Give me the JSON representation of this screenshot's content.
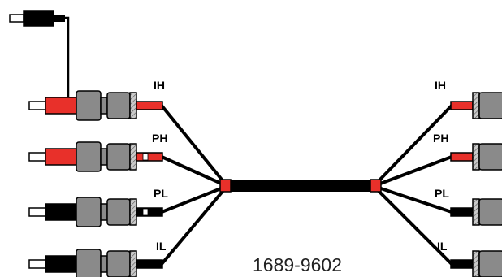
{
  "diagram": {
    "part_number": "1689-9602",
    "left_labels": {
      "ih": "IH",
      "ph": "PH",
      "pl": "PL",
      "il": "IL"
    },
    "right_labels": {
      "ih": "IH",
      "ph": "PH",
      "pl": "PL",
      "il": "IL"
    },
    "colors": {
      "red": "#e8302a",
      "black": "#000000",
      "gray": "#8a8a8a",
      "hatch": "#b5b5b5",
      "white": "#ffffff"
    }
  }
}
